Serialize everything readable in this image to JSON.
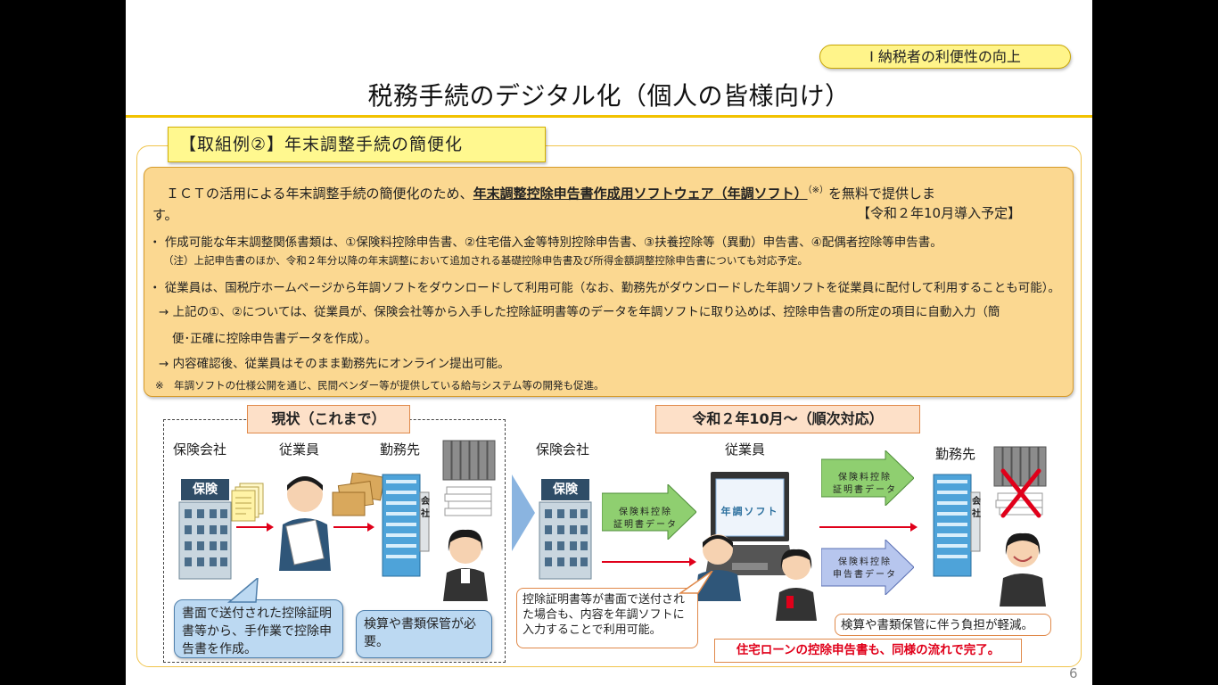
{
  "header": {
    "section_badge": "Ⅰ 納税者の利便性の向上",
    "title": "税務手続のデジタル化（個人の皆様向け）"
  },
  "case_tab": "【取組例②】年末調整手続の簡便化",
  "info": {
    "intro_pre": "ＩＣＴの活用による年末調整手続の簡便化のため、",
    "intro_emph": "年末調整控除申告書作成用ソフトウェア（年調ソフト）",
    "intro_mark": "（※）",
    "intro_post": "を無料で提供しま",
    "intro_line2": "す。",
    "schedule": "【令和２年10月導入予定】",
    "bullet1": "・ 作成可能な年末調整関係書類は、①保険料控除申告書、②住宅借入金等特別控除申告書、③扶養控除等（異動）申告書、④配偶者控除等申告書。",
    "note1": "（注）上記申告書のほか、令和２年分以降の年末調整において追加される基礎控除申告書及び所得金額調整控除申告書についても対応予定。",
    "bullet2": "・ 従業員は、国税庁ホームページから年調ソフトをダウンロードして利用可能（なお、勤務先がダウンロードした年調ソフトを従業員に配付して利用することも可能）。",
    "arrow1_line1": "→ 上記の①、②については、従業員が、保険会社等から入手した控除証明書等のデータを年調ソフトに取り込めば、控除申告書の所定の項目に自動入力（簡",
    "arrow1_line2": "便･正確に控除申告書データを作成）。",
    "arrow2": "→ 内容確認後、従業員はそのまま勤務先にオンライン提出可能。",
    "footnote": "※　年調ソフトの仕様公開を通じ、民間ベンダー等が提供している給与システム等の開発も促進。"
  },
  "current": {
    "label": "現状（これまで）",
    "insurer": "保険会社",
    "employee": "従業員",
    "employer": "勤務先",
    "insurance_sign": "保険",
    "company_sign": "会社",
    "callout1": "書面で送付された控除証明書等から、手作業で控除申告書を作成。",
    "callout2": "検算や書類保管が必要。"
  },
  "future": {
    "label": "令和２年10月～（順次対応）",
    "insurer": "保険会社",
    "employee": "従業員",
    "employer": "勤務先",
    "insurance_sign": "保険",
    "company_sign": "会社",
    "screen_text": "年調ソフト",
    "arrow_cert1": "保険料控除",
    "arrow_cert2": "証明書データ",
    "arrow_cert_b1": "保険料控除",
    "arrow_cert_b2": "証明書データ",
    "arrow_decl1": "保険料控除",
    "arrow_decl2": "申告書データ",
    "callout_paper": "控除証明書等が書面で送付された場合も、内容を年調ソフトに入力することで利用可能。",
    "callout_burden": "検算や書類保管に伴う負担が軽減。",
    "callout_loan": "住宅ローンの控除申告書も、同様の流れで完了。"
  },
  "page_number": "6",
  "colors": {
    "accent_yellow": "#f2c200",
    "info_bg": "#fbd891",
    "stage_border": "#e0894a",
    "callout_blue": "#bcd9f2",
    "arrow_green": "#8fcf70",
    "arrow_lilac": "#b7c6ee",
    "red": "#e0001a"
  },
  "icons": [
    "document-stack-icon",
    "envelope-icon",
    "building-icon",
    "binder-icon",
    "laptop-icon",
    "cross-mark-icon",
    "person-icon"
  ]
}
